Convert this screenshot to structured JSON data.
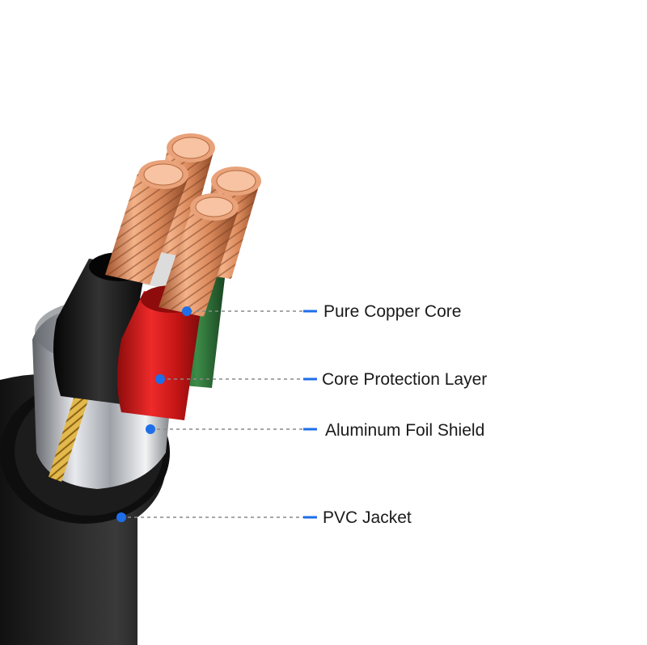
{
  "labels": {
    "copper_core": "Pure Copper Core",
    "core_protection": "Core Protection Layer",
    "foil_shield": "Aluminum Foil Shield",
    "pvc_jacket": "PVC Jacket"
  },
  "colors": {
    "marker_dot": "#1e6ee8",
    "leader_line": "#8a8a8a",
    "jacket": "#1b1b1b",
    "foil": "#c9ccd0",
    "copper": "#d98a5a",
    "insulation_black": "#141414",
    "insulation_red": "#d41b1b",
    "insulation_green": "#2f7a3a",
    "insulation_white": "#e6e6e6",
    "drain_wire": "#e0b84a"
  }
}
